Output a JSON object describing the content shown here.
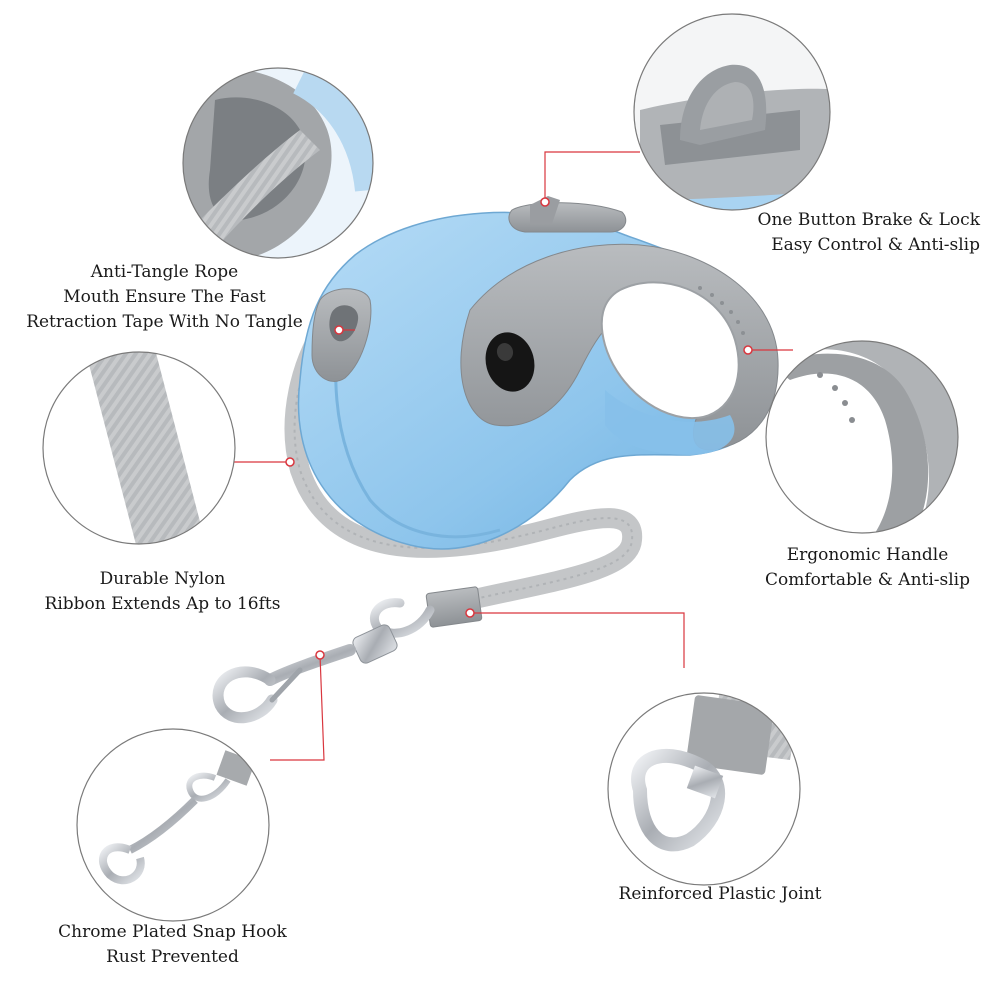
{
  "colors": {
    "body_blue": "#8fc7ee",
    "body_blue_dark": "#5ea6d9",
    "grip_gray": "#a4a7aa",
    "ribbon_gray": "#c3c5c7",
    "metal": "#c9ccd1",
    "callout_red": "#d9363e",
    "circle_border": "#7a7a7a"
  },
  "callouts": [
    {
      "id": "rope-mouth",
      "lines": [
        "Anti-Tangle Rope",
        "Mouth Ensure The Fast",
        "Retraction Tape With No Tangle"
      ]
    },
    {
      "id": "brake",
      "lines": [
        "One Button Brake & Lock",
        "Easy Control & Anti-slip"
      ]
    },
    {
      "id": "ribbon",
      "lines": [
        "Durable Nylon",
        "Ribbon Extends Ap to 16fts"
      ]
    },
    {
      "id": "handle",
      "lines": [
        "Ergonomic Handle",
        "Comfortable & Anti-slip"
      ]
    },
    {
      "id": "joint",
      "lines": [
        "Reinforced Plastic Joint"
      ]
    },
    {
      "id": "hook",
      "lines": [
        "Chrome Plated Snap Hook",
        "Rust Prevented"
      ]
    }
  ]
}
